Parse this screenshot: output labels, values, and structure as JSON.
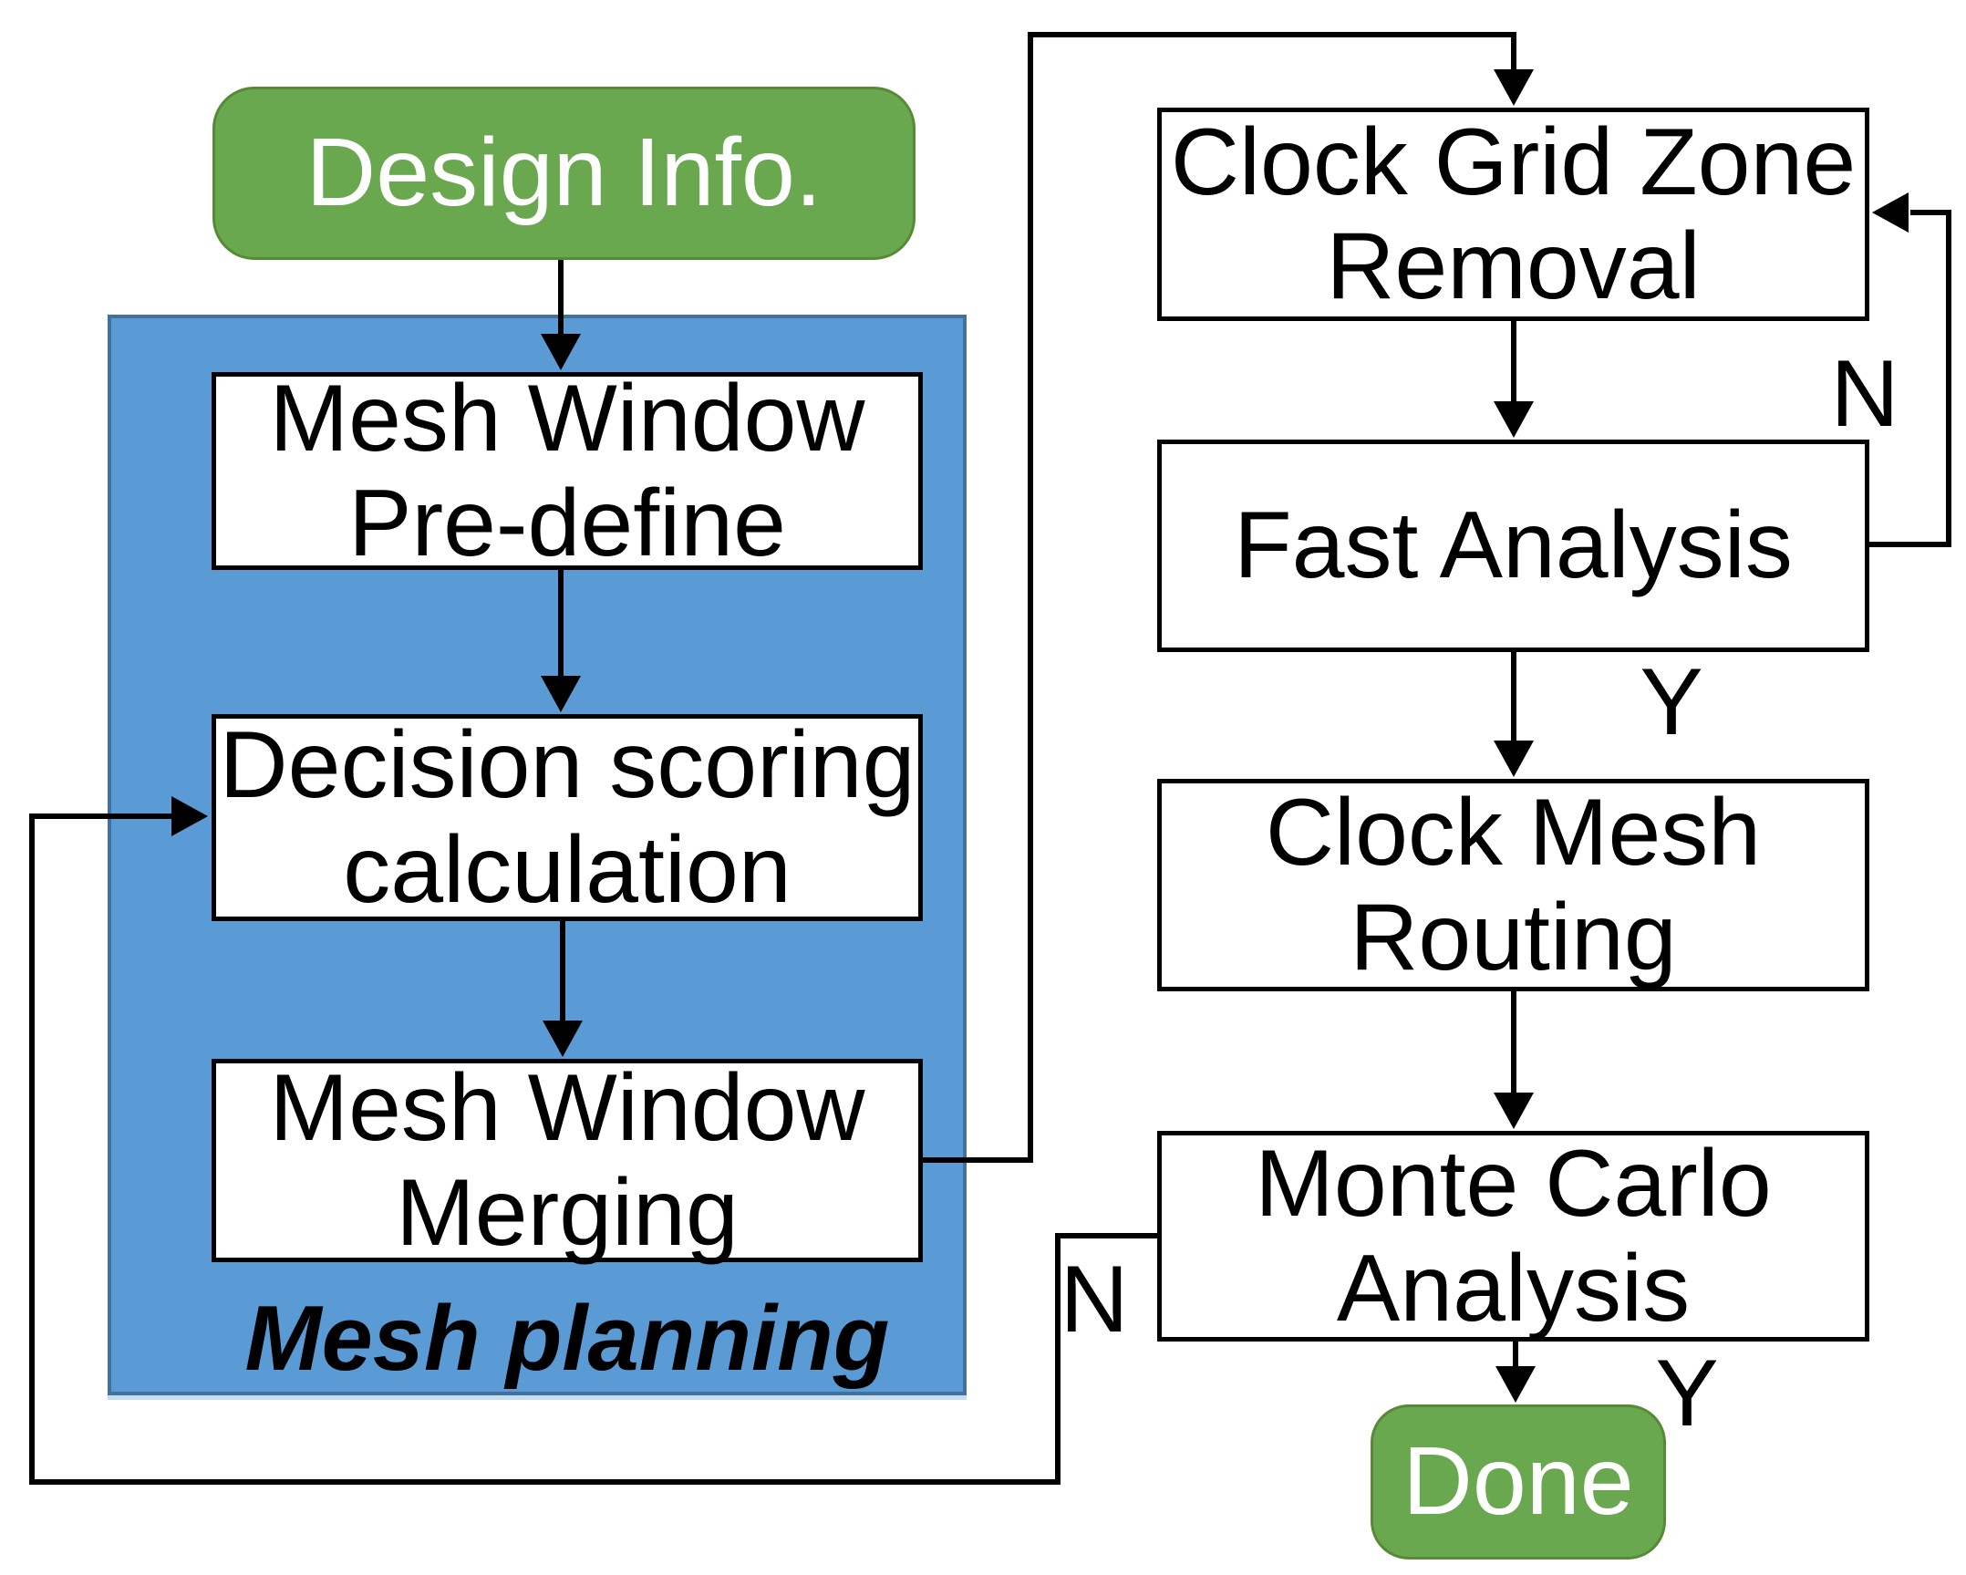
{
  "diagram": {
    "title_hint": "Clock mesh planning and routing flowchart",
    "nodes": {
      "design_info": {
        "label": "Design Info."
      },
      "predefine": {
        "lines": [
          "Mesh Window",
          "Pre-define"
        ]
      },
      "decision": {
        "lines": [
          "Decision scoring",
          "calculation"
        ]
      },
      "merging": {
        "lines": [
          "Mesh Window",
          "Merging"
        ]
      },
      "cgz": {
        "lines": [
          "Clock Grid Zone",
          "Removal"
        ]
      },
      "fast": {
        "lines": [
          "Fast Analysis"
        ]
      },
      "routing": {
        "lines": [
          "Clock Mesh",
          "Routing"
        ]
      },
      "montecarlo": {
        "lines": [
          "Monte Carlo",
          "Analysis"
        ]
      },
      "done": {
        "label": "Done"
      }
    },
    "container": {
      "label": "Mesh planning"
    },
    "edge_labels": {
      "fast_analysis_no": "N",
      "fast_analysis_yes": "Y",
      "monte_carlo_no": "N",
      "monte_carlo_yes": "Y"
    }
  },
  "colors": {
    "green": "#6aa84f",
    "green-border": "#568a36",
    "blue": "#5b9bd5",
    "blue-border": "#41719c",
    "box-border": "#000000",
    "text": "#000000",
    "white": "#ffffff"
  }
}
